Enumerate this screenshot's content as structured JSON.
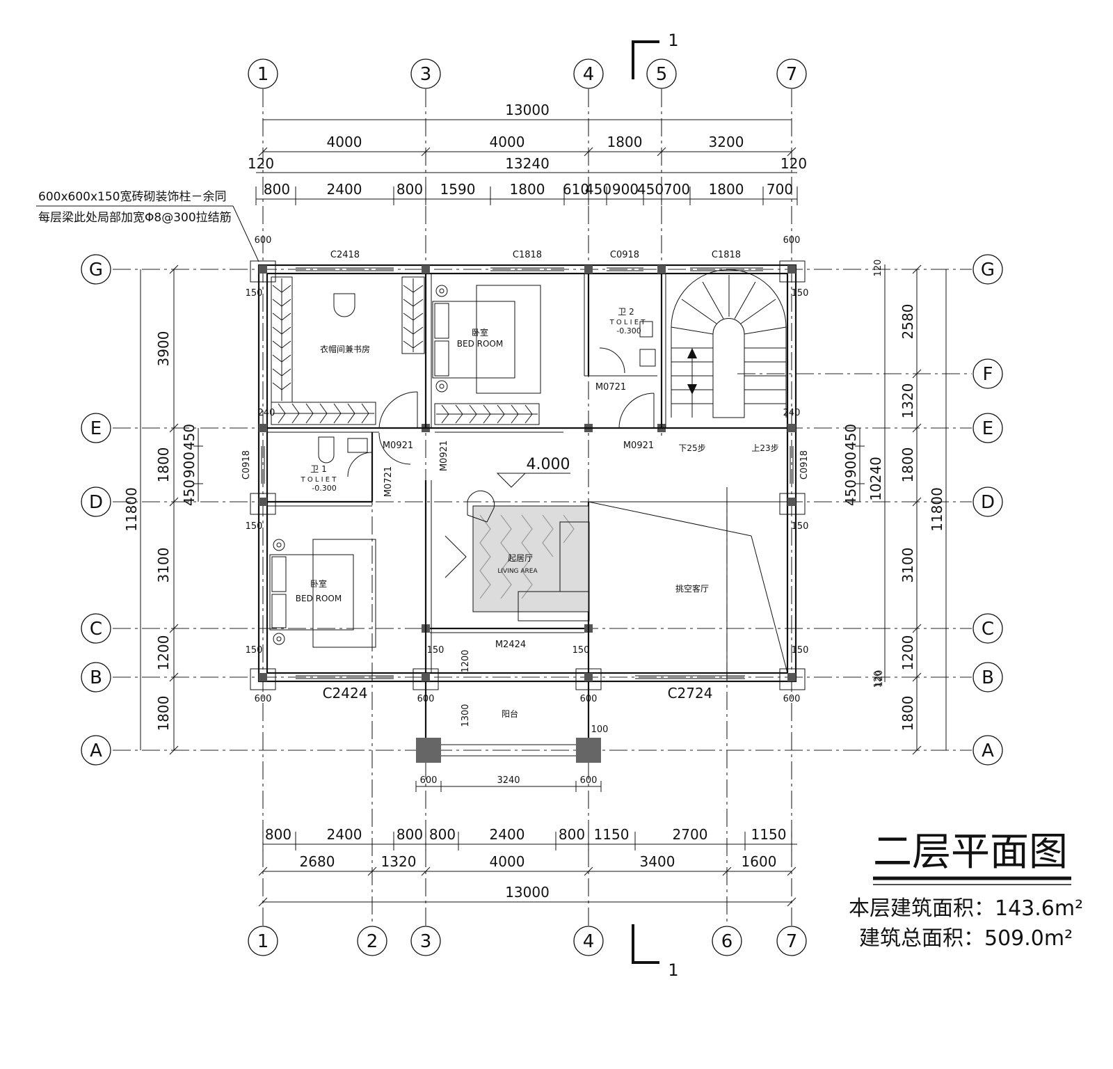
{
  "title": "二层平面图",
  "floor_area": "本层建筑面积：143.6m²",
  "total_area": "建筑总面积：509.0m²",
  "notes": [
    "600x600x150宽砖砌装饰柱－余同",
    "每层梁此处局部加宽Φ8@300拉结筋"
  ],
  "axes_top": [
    "1",
    "3",
    "4",
    "5",
    "7"
  ],
  "axes_bottom": [
    "1",
    "2",
    "3",
    "4",
    "6",
    "7"
  ],
  "axes_rows": [
    "G",
    "F",
    "E",
    "D",
    "C",
    "B",
    "A"
  ],
  "section_mark": "1",
  "elevation": "4.000",
  "dims_top_total": "13000",
  "dims_top_row1": [
    "4000",
    "4000",
    "1800",
    "3200"
  ],
  "dims_top_row2": [
    "120",
    "13240",
    "120"
  ],
  "dims_top_row3": [
    "800",
    "2400",
    "800",
    "1590",
    "1800",
    "610",
    "450",
    "900",
    "450",
    "700",
    "1800",
    "700"
  ],
  "dims_bottom_row1": [
    "800",
    "2400",
    "800",
    "800",
    "2400",
    "800",
    "1150",
    "2700",
    "1150"
  ],
  "dims_bottom_row2": [
    "2680",
    "1320",
    "4000",
    "3400",
    "1600"
  ],
  "dims_bottom_total": "13000",
  "dims_left_outer": "11800",
  "dims_left_inner": [
    "3900",
    "1800",
    "3100",
    "1200",
    "1800"
  ],
  "dims_left_detail": [
    "450",
    "900",
    "450"
  ],
  "dims_right_outer": "11800",
  "dims_right_inner": [
    "2580",
    "1320",
    "1800",
    "3100",
    "1200",
    "1800"
  ],
  "dims_right_mid": "10240",
  "dims_right_detail": [
    "450",
    "900",
    "450"
  ],
  "dims_right_small": [
    "120",
    "120"
  ],
  "dims_balcony": [
    "600",
    "3240",
    "600"
  ],
  "column_dims": [
    "600",
    "150",
    "240",
    "100",
    "1300",
    "1200",
    "120"
  ],
  "windows": [
    "C2418",
    "C1818",
    "C0918",
    "C1818",
    "C0918",
    "C0918",
    "C2424",
    "C2724"
  ],
  "doors": [
    "M0721",
    "M0921",
    "M0721",
    "M0921",
    "M0921",
    "M2424"
  ],
  "rooms": {
    "cloak": "衣帽间兼书房",
    "bed1_cn": "卧室",
    "bed1_en": "BED  ROOM",
    "bed2_cn": "卧室",
    "bed2_en": "BED  ROOM",
    "living_cn": "起居厅",
    "living_en": "LIVING  AREA",
    "void": "挑空客厅",
    "balcony": "阳台",
    "wc1_cn": "卫 1",
    "wc1_en": "T O L I E T",
    "wc1_lvl": "-0.300",
    "wc2_cn": "卫 2",
    "wc2_en": "T O L I E T",
    "wc2_lvl": "-0.300",
    "stair_down": "下25步",
    "stair_up": "上23步"
  }
}
